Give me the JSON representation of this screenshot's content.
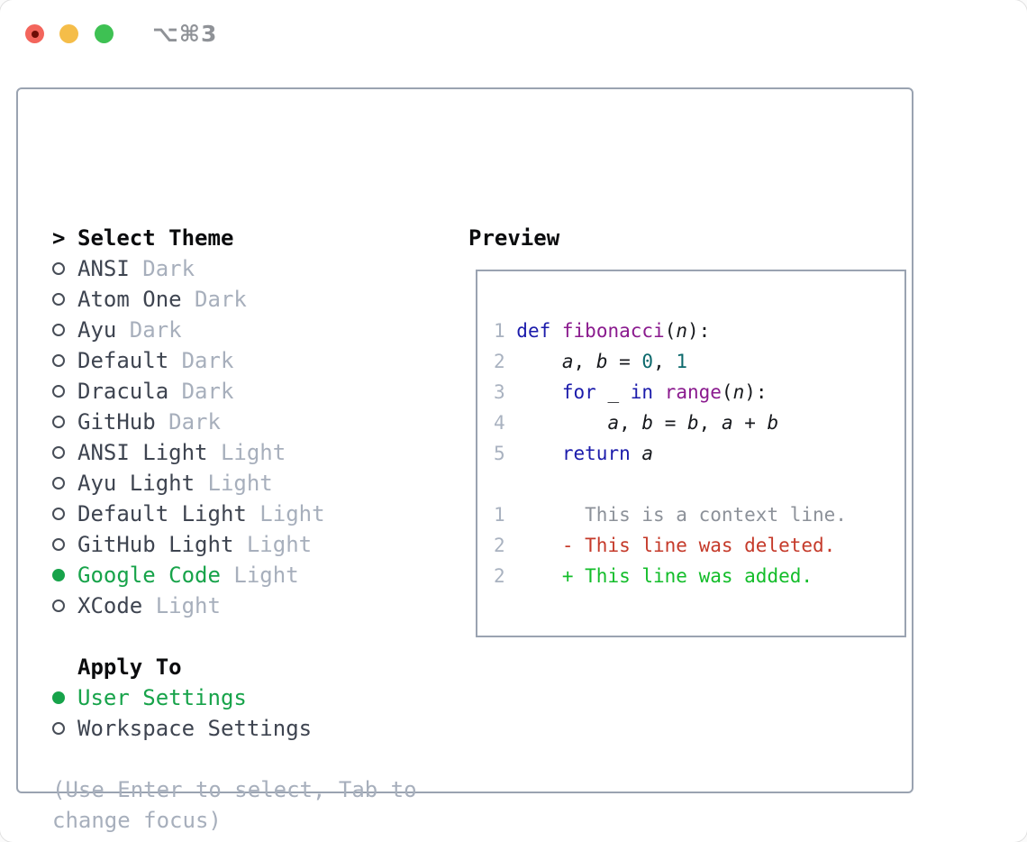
{
  "titlebar": {
    "title": "⌥⌘3"
  },
  "colors": {
    "traffic_red": "#f3655c",
    "traffic_red_dot": "#6e0d06",
    "traffic_yellow": "#f5bd49",
    "traffic_green": "#3ec153",
    "accent_green": "#17a34a",
    "diff_added_green": "#13bd2a",
    "diff_deleted_red": "#c53a2a",
    "panel_border_gray": "#9aa3b1",
    "muted_gray": "#a7afbc"
  },
  "sidebar": {
    "header_marker": ">",
    "header": "Select Theme",
    "items": [
      {
        "name": "ANSI",
        "variant": "Dark",
        "selected": false
      },
      {
        "name": "Atom One",
        "variant": "Dark",
        "selected": false
      },
      {
        "name": "Ayu",
        "variant": "Dark",
        "selected": false
      },
      {
        "name": "Default",
        "variant": "Dark",
        "selected": false
      },
      {
        "name": "Dracula",
        "variant": "Dark",
        "selected": false
      },
      {
        "name": "GitHub",
        "variant": "Dark",
        "selected": false
      },
      {
        "name": "ANSI Light",
        "variant": "Light",
        "selected": false
      },
      {
        "name": "Ayu Light",
        "variant": "Light",
        "selected": false
      },
      {
        "name": "Default Light",
        "variant": "Light",
        "selected": false
      },
      {
        "name": "GitHub Light",
        "variant": "Light",
        "selected": false
      },
      {
        "name": "Google Code",
        "variant": "Light",
        "selected": true
      },
      {
        "name": "XCode",
        "variant": "Light",
        "selected": false
      }
    ],
    "apply_to": {
      "label": "Apply To",
      "options": [
        {
          "name": "User Settings",
          "selected": true
        },
        {
          "name": "Workspace Settings",
          "selected": false
        }
      ]
    },
    "hint_lines": [
      "(Use Enter to select, Tab to",
      "change focus)"
    ]
  },
  "preview": {
    "title": "Preview",
    "lines": [
      {
        "num": "1",
        "segs": [
          [
            "kw",
            "def"
          ],
          [
            "pl",
            " "
          ],
          [
            "fn",
            "fibonacci"
          ],
          [
            "pl",
            "("
          ],
          [
            "var",
            "n"
          ],
          [
            "pl",
            "):"
          ]
        ]
      },
      {
        "num": "2",
        "segs": [
          [
            "pl",
            "    "
          ],
          [
            "var",
            "a"
          ],
          [
            "pl",
            ", "
          ],
          [
            "var",
            "b"
          ],
          [
            "pl",
            " = "
          ],
          [
            "num",
            "0"
          ],
          [
            "pl",
            ", "
          ],
          [
            "num",
            "1"
          ]
        ]
      },
      {
        "num": "3",
        "segs": [
          [
            "pl",
            "    "
          ],
          [
            "kw",
            "for"
          ],
          [
            "pl",
            " _ "
          ],
          [
            "kw",
            "in"
          ],
          [
            "pl",
            " "
          ],
          [
            "fn",
            "range"
          ],
          [
            "pl",
            "("
          ],
          [
            "var",
            "n"
          ],
          [
            "pl",
            "):"
          ]
        ]
      },
      {
        "num": "4",
        "segs": [
          [
            "pl",
            "        "
          ],
          [
            "var",
            "a"
          ],
          [
            "pl",
            ", "
          ],
          [
            "var",
            "b"
          ],
          [
            "pl",
            " = "
          ],
          [
            "var",
            "b"
          ],
          [
            "pl",
            ", "
          ],
          [
            "var",
            "a"
          ],
          [
            "pl",
            " + "
          ],
          [
            "var",
            "b"
          ]
        ]
      },
      {
        "num": "5",
        "segs": [
          [
            "pl",
            "    "
          ],
          [
            "kw",
            "return"
          ],
          [
            "pl",
            " "
          ],
          [
            "var",
            "a"
          ]
        ]
      },
      {
        "num": "",
        "segs": []
      },
      {
        "num": "1",
        "segs": [
          [
            "ctx",
            "      This is a context line."
          ]
        ]
      },
      {
        "num": "2",
        "segs": [
          [
            "del",
            "    - This line was deleted."
          ]
        ]
      },
      {
        "num": "2",
        "segs": [
          [
            "add",
            "    + This line was added."
          ]
        ]
      }
    ]
  }
}
